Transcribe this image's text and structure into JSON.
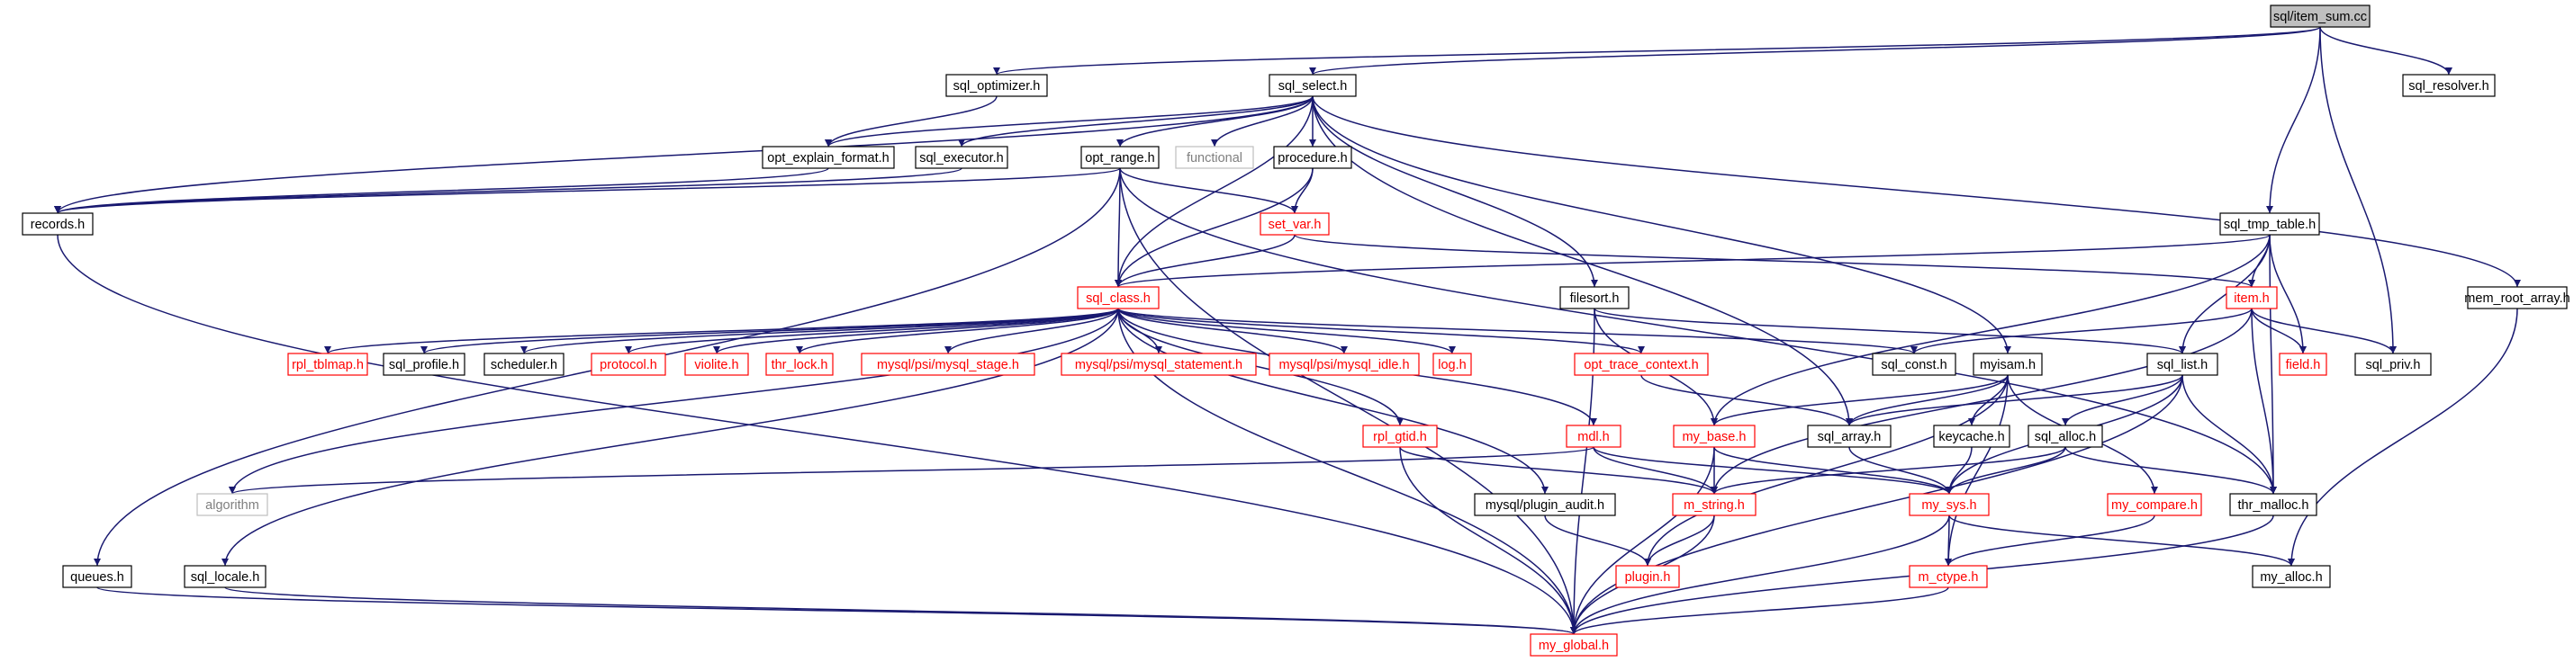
{
  "graph": {
    "palette": {
      "node_fill": "#ffffff",
      "root_fill": "#bfbfbf",
      "border_normal": "#000000",
      "border_undocumented": "#ff0000",
      "border_external": "#bfbfbf",
      "text_normal": "#000000",
      "text_undocumented": "#ff0000",
      "text_external": "#7f7f7f",
      "edge_color": "#191970"
    },
    "nodes": [
      {
        "id": "item_sum",
        "label": "sql/item_sum.cc",
        "kind": "root"
      },
      {
        "id": "sql_optimizer",
        "label": "sql_optimizer.h",
        "kind": "normal"
      },
      {
        "id": "sql_select",
        "label": "sql_select.h",
        "kind": "normal"
      },
      {
        "id": "sql_resolver",
        "label": "sql_resolver.h",
        "kind": "normal"
      },
      {
        "id": "opt_explain_format",
        "label": "opt_explain_format.h",
        "kind": "normal"
      },
      {
        "id": "sql_executor",
        "label": "sql_executor.h",
        "kind": "normal"
      },
      {
        "id": "opt_range",
        "label": "opt_range.h",
        "kind": "normal"
      },
      {
        "id": "functional",
        "label": "functional",
        "kind": "external"
      },
      {
        "id": "procedure",
        "label": "procedure.h",
        "kind": "normal"
      },
      {
        "id": "records",
        "label": "records.h",
        "kind": "normal"
      },
      {
        "id": "set_var",
        "label": "set_var.h",
        "kind": "undocumented"
      },
      {
        "id": "sql_tmp_table",
        "label": "sql_tmp_table.h",
        "kind": "normal"
      },
      {
        "id": "sql_class",
        "label": "sql_class.h",
        "kind": "undocumented"
      },
      {
        "id": "filesort",
        "label": "filesort.h",
        "kind": "normal"
      },
      {
        "id": "item",
        "label": "item.h",
        "kind": "undocumented"
      },
      {
        "id": "mem_root_array",
        "label": "mem_root_array.h",
        "kind": "normal"
      },
      {
        "id": "rpl_tblmap",
        "label": "rpl_tblmap.h",
        "kind": "undocumented"
      },
      {
        "id": "sql_profile",
        "label": "sql_profile.h",
        "kind": "normal"
      },
      {
        "id": "scheduler",
        "label": "scheduler.h",
        "kind": "normal"
      },
      {
        "id": "protocol",
        "label": "protocol.h",
        "kind": "undocumented"
      },
      {
        "id": "violite",
        "label": "violite.h",
        "kind": "undocumented"
      },
      {
        "id": "thr_lock",
        "label": "thr_lock.h",
        "kind": "undocumented"
      },
      {
        "id": "psi_stage",
        "label": "mysql/psi/mysql_stage.h",
        "kind": "undocumented"
      },
      {
        "id": "psi_statement",
        "label": "mysql/psi/mysql_statement.h",
        "kind": "undocumented"
      },
      {
        "id": "psi_idle",
        "label": "mysql/psi/mysql_idle.h",
        "kind": "undocumented"
      },
      {
        "id": "log",
        "label": "log.h",
        "kind": "undocumented"
      },
      {
        "id": "opt_trace_context",
        "label": "opt_trace_context.h",
        "kind": "undocumented"
      },
      {
        "id": "sql_const",
        "label": "sql_const.h",
        "kind": "normal"
      },
      {
        "id": "myisam",
        "label": "myisam.h",
        "kind": "normal"
      },
      {
        "id": "sql_list",
        "label": "sql_list.h",
        "kind": "normal"
      },
      {
        "id": "field",
        "label": "field.h",
        "kind": "undocumented"
      },
      {
        "id": "sql_priv",
        "label": "sql_priv.h",
        "kind": "normal"
      },
      {
        "id": "rpl_gtid",
        "label": "rpl_gtid.h",
        "kind": "undocumented"
      },
      {
        "id": "mdl",
        "label": "mdl.h",
        "kind": "undocumented"
      },
      {
        "id": "my_base",
        "label": "my_base.h",
        "kind": "undocumented"
      },
      {
        "id": "sql_array",
        "label": "sql_array.h",
        "kind": "normal"
      },
      {
        "id": "keycache",
        "label": "keycache.h",
        "kind": "normal"
      },
      {
        "id": "sql_alloc",
        "label": "sql_alloc.h",
        "kind": "normal"
      },
      {
        "id": "algorithm",
        "label": "algorithm",
        "kind": "external"
      },
      {
        "id": "m_string",
        "label": "m_string.h",
        "kind": "undocumented"
      },
      {
        "id": "my_sys",
        "label": "my_sys.h",
        "kind": "undocumented"
      },
      {
        "id": "my_compare",
        "label": "my_compare.h",
        "kind": "undocumented"
      },
      {
        "id": "thr_malloc",
        "label": "thr_malloc.h",
        "kind": "normal"
      },
      {
        "id": "plugin_audit",
        "label": "mysql/plugin_audit.h",
        "kind": "normal"
      },
      {
        "id": "queues",
        "label": "queues.h",
        "kind": "normal"
      },
      {
        "id": "sql_locale",
        "label": "sql_locale.h",
        "kind": "normal"
      },
      {
        "id": "plugin",
        "label": "plugin.h",
        "kind": "undocumented"
      },
      {
        "id": "m_ctype",
        "label": "m_ctype.h",
        "kind": "undocumented"
      },
      {
        "id": "my_alloc",
        "label": "my_alloc.h",
        "kind": "normal"
      },
      {
        "id": "my_global",
        "label": "my_global.h",
        "kind": "undocumented"
      }
    ],
    "edges": [
      [
        "item_sum",
        "sql_optimizer"
      ],
      [
        "item_sum",
        "sql_select"
      ],
      [
        "item_sum",
        "sql_resolver"
      ],
      [
        "item_sum",
        "sql_tmp_table"
      ],
      [
        "item_sum",
        "sql_priv"
      ],
      [
        "sql_optimizer",
        "opt_explain_format"
      ],
      [
        "sql_select",
        "opt_explain_format"
      ],
      [
        "sql_select",
        "sql_executor"
      ],
      [
        "sql_select",
        "records"
      ],
      [
        "sql_select",
        "opt_range"
      ],
      [
        "sql_select",
        "functional"
      ],
      [
        "sql_select",
        "procedure"
      ],
      [
        "sql_select",
        "filesort"
      ],
      [
        "sql_select",
        "sql_class"
      ],
      [
        "sql_select",
        "myisam"
      ],
      [
        "sql_select",
        "sql_array"
      ],
      [
        "sql_select",
        "mem_root_array"
      ],
      [
        "opt_explain_format",
        "records"
      ],
      [
        "sql_executor",
        "records"
      ],
      [
        "opt_range",
        "records"
      ],
      [
        "opt_range",
        "sql_class"
      ],
      [
        "opt_range",
        "set_var"
      ],
      [
        "opt_range",
        "queues"
      ],
      [
        "opt_range",
        "my_global"
      ],
      [
        "opt_range",
        "thr_malloc"
      ],
      [
        "procedure",
        "set_var"
      ],
      [
        "procedure",
        "sql_class"
      ],
      [
        "records",
        "my_global"
      ],
      [
        "set_var",
        "sql_class"
      ],
      [
        "set_var",
        "item"
      ],
      [
        "sql_tmp_table",
        "sql_class"
      ],
      [
        "sql_tmp_table",
        "item"
      ],
      [
        "sql_tmp_table",
        "field"
      ],
      [
        "sql_tmp_table",
        "sql_list"
      ],
      [
        "sql_tmp_table",
        "my_base"
      ],
      [
        "sql_tmp_table",
        "thr_malloc"
      ],
      [
        "sql_class",
        "rpl_tblmap"
      ],
      [
        "sql_class",
        "sql_profile"
      ],
      [
        "sql_class",
        "scheduler"
      ],
      [
        "sql_class",
        "protocol"
      ],
      [
        "sql_class",
        "violite"
      ],
      [
        "sql_class",
        "thr_lock"
      ],
      [
        "sql_class",
        "psi_stage"
      ],
      [
        "sql_class",
        "psi_statement"
      ],
      [
        "sql_class",
        "psi_idle"
      ],
      [
        "sql_class",
        "log"
      ],
      [
        "sql_class",
        "opt_trace_context"
      ],
      [
        "sql_class",
        "sql_const"
      ],
      [
        "sql_class",
        "rpl_gtid"
      ],
      [
        "sql_class",
        "mdl"
      ],
      [
        "sql_class",
        "plugin_audit"
      ],
      [
        "sql_class",
        "algorithm"
      ],
      [
        "sql_class",
        "sql_locale"
      ],
      [
        "sql_class",
        "my_global"
      ],
      [
        "filesort",
        "my_base"
      ],
      [
        "filesort",
        "sql_list"
      ],
      [
        "filesort",
        "my_global"
      ],
      [
        "item",
        "sql_const"
      ],
      [
        "item",
        "field"
      ],
      [
        "item",
        "sql_priv"
      ],
      [
        "item",
        "thr_malloc"
      ],
      [
        "item",
        "m_string"
      ],
      [
        "mem_root_array",
        "my_alloc"
      ],
      [
        "opt_trace_context",
        "sql_array"
      ],
      [
        "myisam",
        "my_base"
      ],
      [
        "myisam",
        "keycache"
      ],
      [
        "myisam",
        "my_compare"
      ],
      [
        "myisam",
        "m_ctype"
      ],
      [
        "myisam",
        "plugin"
      ],
      [
        "myisam",
        "sql_array"
      ],
      [
        "sql_list",
        "sql_array"
      ],
      [
        "sql_list",
        "sql_alloc"
      ],
      [
        "sql_list",
        "my_sys"
      ],
      [
        "sql_list",
        "thr_malloc"
      ],
      [
        "sql_list",
        "my_global"
      ],
      [
        "rpl_gtid",
        "m_string"
      ],
      [
        "rpl_gtid",
        "my_global"
      ],
      [
        "mdl",
        "algorithm"
      ],
      [
        "mdl",
        "m_string"
      ],
      [
        "mdl",
        "my_sys"
      ],
      [
        "my_base",
        "m_string"
      ],
      [
        "my_base",
        "my_sys"
      ],
      [
        "my_base",
        "my_global"
      ],
      [
        "sql_array",
        "my_sys"
      ],
      [
        "keycache",
        "my_sys"
      ],
      [
        "sql_alloc",
        "my_sys"
      ],
      [
        "sql_alloc",
        "thr_malloc"
      ],
      [
        "sql_alloc",
        "m_string"
      ],
      [
        "m_string",
        "plugin"
      ],
      [
        "m_string",
        "my_global"
      ],
      [
        "my_sys",
        "m_ctype"
      ],
      [
        "my_sys",
        "my_alloc"
      ],
      [
        "my_sys",
        "my_global"
      ],
      [
        "my_compare",
        "m_ctype"
      ],
      [
        "thr_malloc",
        "my_global"
      ],
      [
        "plugin_audit",
        "plugin"
      ],
      [
        "queues",
        "my_global"
      ],
      [
        "sql_locale",
        "my_global"
      ],
      [
        "m_ctype",
        "my_global"
      ]
    ]
  }
}
